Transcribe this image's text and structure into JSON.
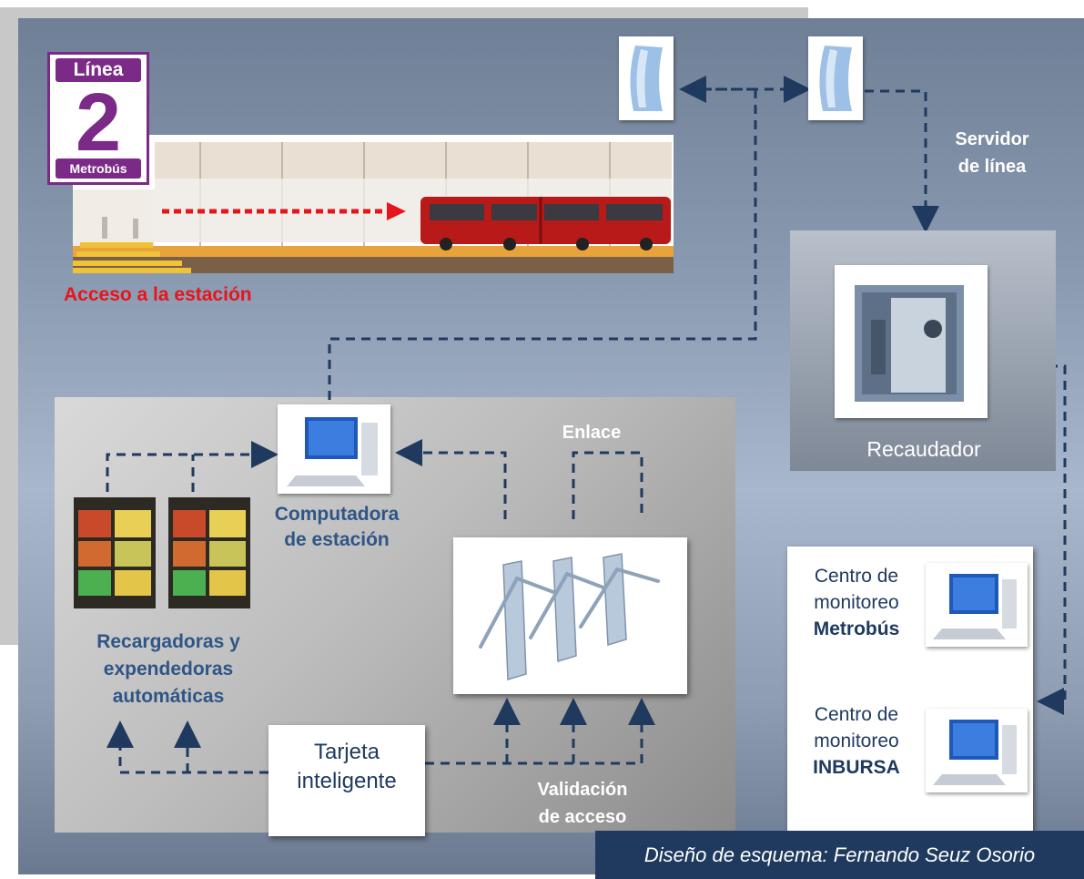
{
  "logo": {
    "top": "Línea",
    "number": "2",
    "bottom": "Metrobús"
  },
  "labels": {
    "acceso": "Acceso a la estación",
    "servidor_1": "Servidor",
    "servidor_2": "de línea",
    "recaudador": "Recaudador",
    "enlace": "Enlace",
    "computadora_1": "Computadora",
    "computadora_2": "de estación",
    "recargadoras_1": "Recargadoras y",
    "recargadoras_2": "expendedoras",
    "recargadoras_3": "automáticas",
    "tarjeta_1": "Tarjeta",
    "tarjeta_2": "inteligente",
    "validacion_1": "Validación",
    "validacion_2": "de acceso",
    "centro1_1": "Centro de",
    "centro1_2": "monitoreo",
    "centro1_3": "Metrobús",
    "centro2_1": "Centro de",
    "centro2_2": "monitoreo",
    "centro2_3": "INBURSA",
    "credit": "Diseño de esquema: Fernando Seuz Osorio"
  },
  "colors": {
    "connector": "#1f3a5e",
    "accent_red": "#e8141c",
    "logo_purple": "#7b2a87",
    "label_blue": "#2f5587"
  }
}
